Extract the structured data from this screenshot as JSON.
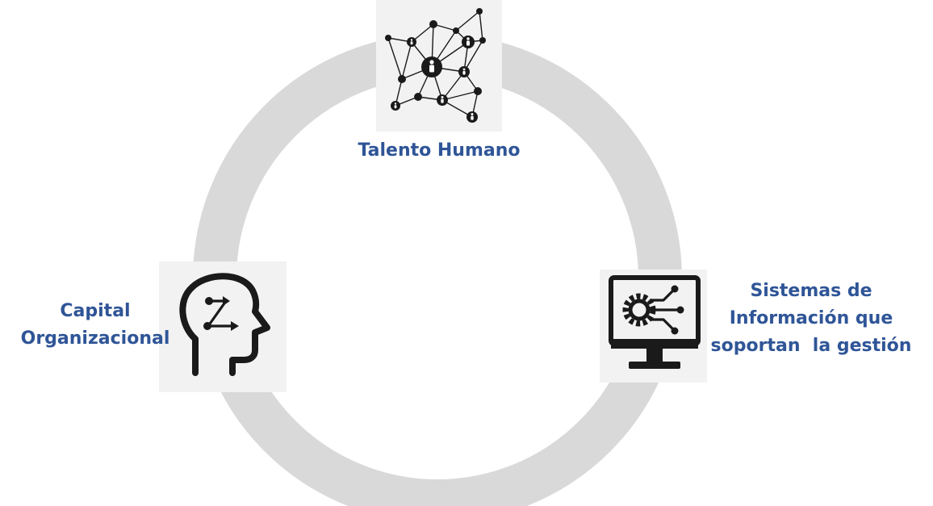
{
  "colors": {
    "ring": "#D9D9D9",
    "label": "#2F5597",
    "icon": "#1A1A1A",
    "tile": "#F2F2F2"
  },
  "nodes": {
    "talento": {
      "icon": "people-network-icon",
      "lines": [
        "Talento Humano"
      ]
    },
    "capital": {
      "icon": "head-arrows-icon",
      "lines": [
        "Capital",
        "Organizacional"
      ]
    },
    "sistemas": {
      "icon": "monitor-gear-icon",
      "lines": [
        "Sistemas de",
        "Información que",
        "soportan  la gestión"
      ]
    }
  }
}
